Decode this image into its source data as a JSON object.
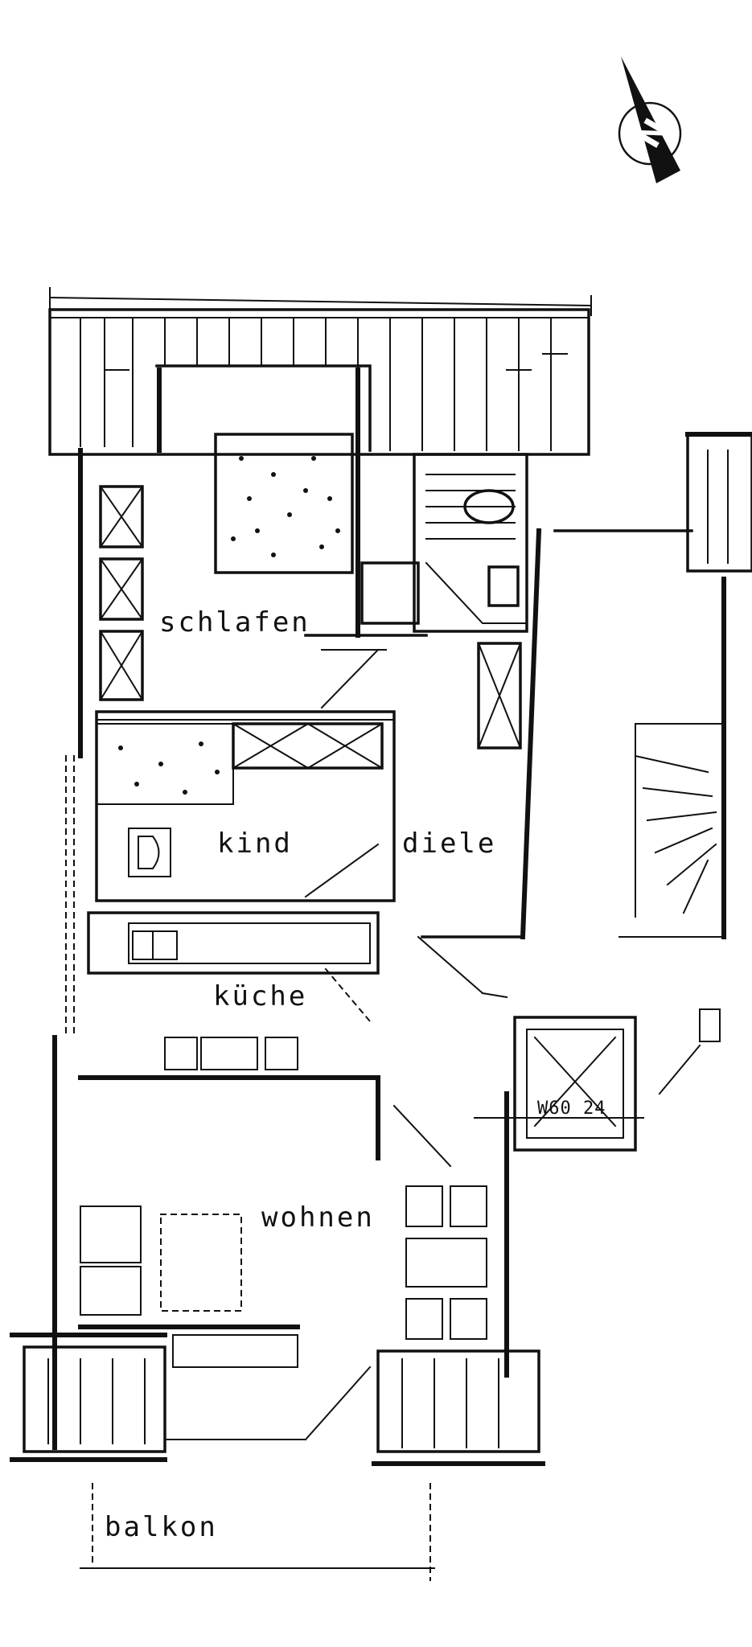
{
  "rooms": {
    "schlafen": "schlafen",
    "kind": "kind",
    "diele": "diele",
    "kueche": "küche",
    "wohnen": "wohnen",
    "balkon": "balkon"
  },
  "door_tag": "W60 24",
  "compass": {
    "icon": "north-arrow-icon",
    "letter": "N"
  },
  "colors": {
    "ink": "#111111",
    "paper": "#ffffff"
  }
}
